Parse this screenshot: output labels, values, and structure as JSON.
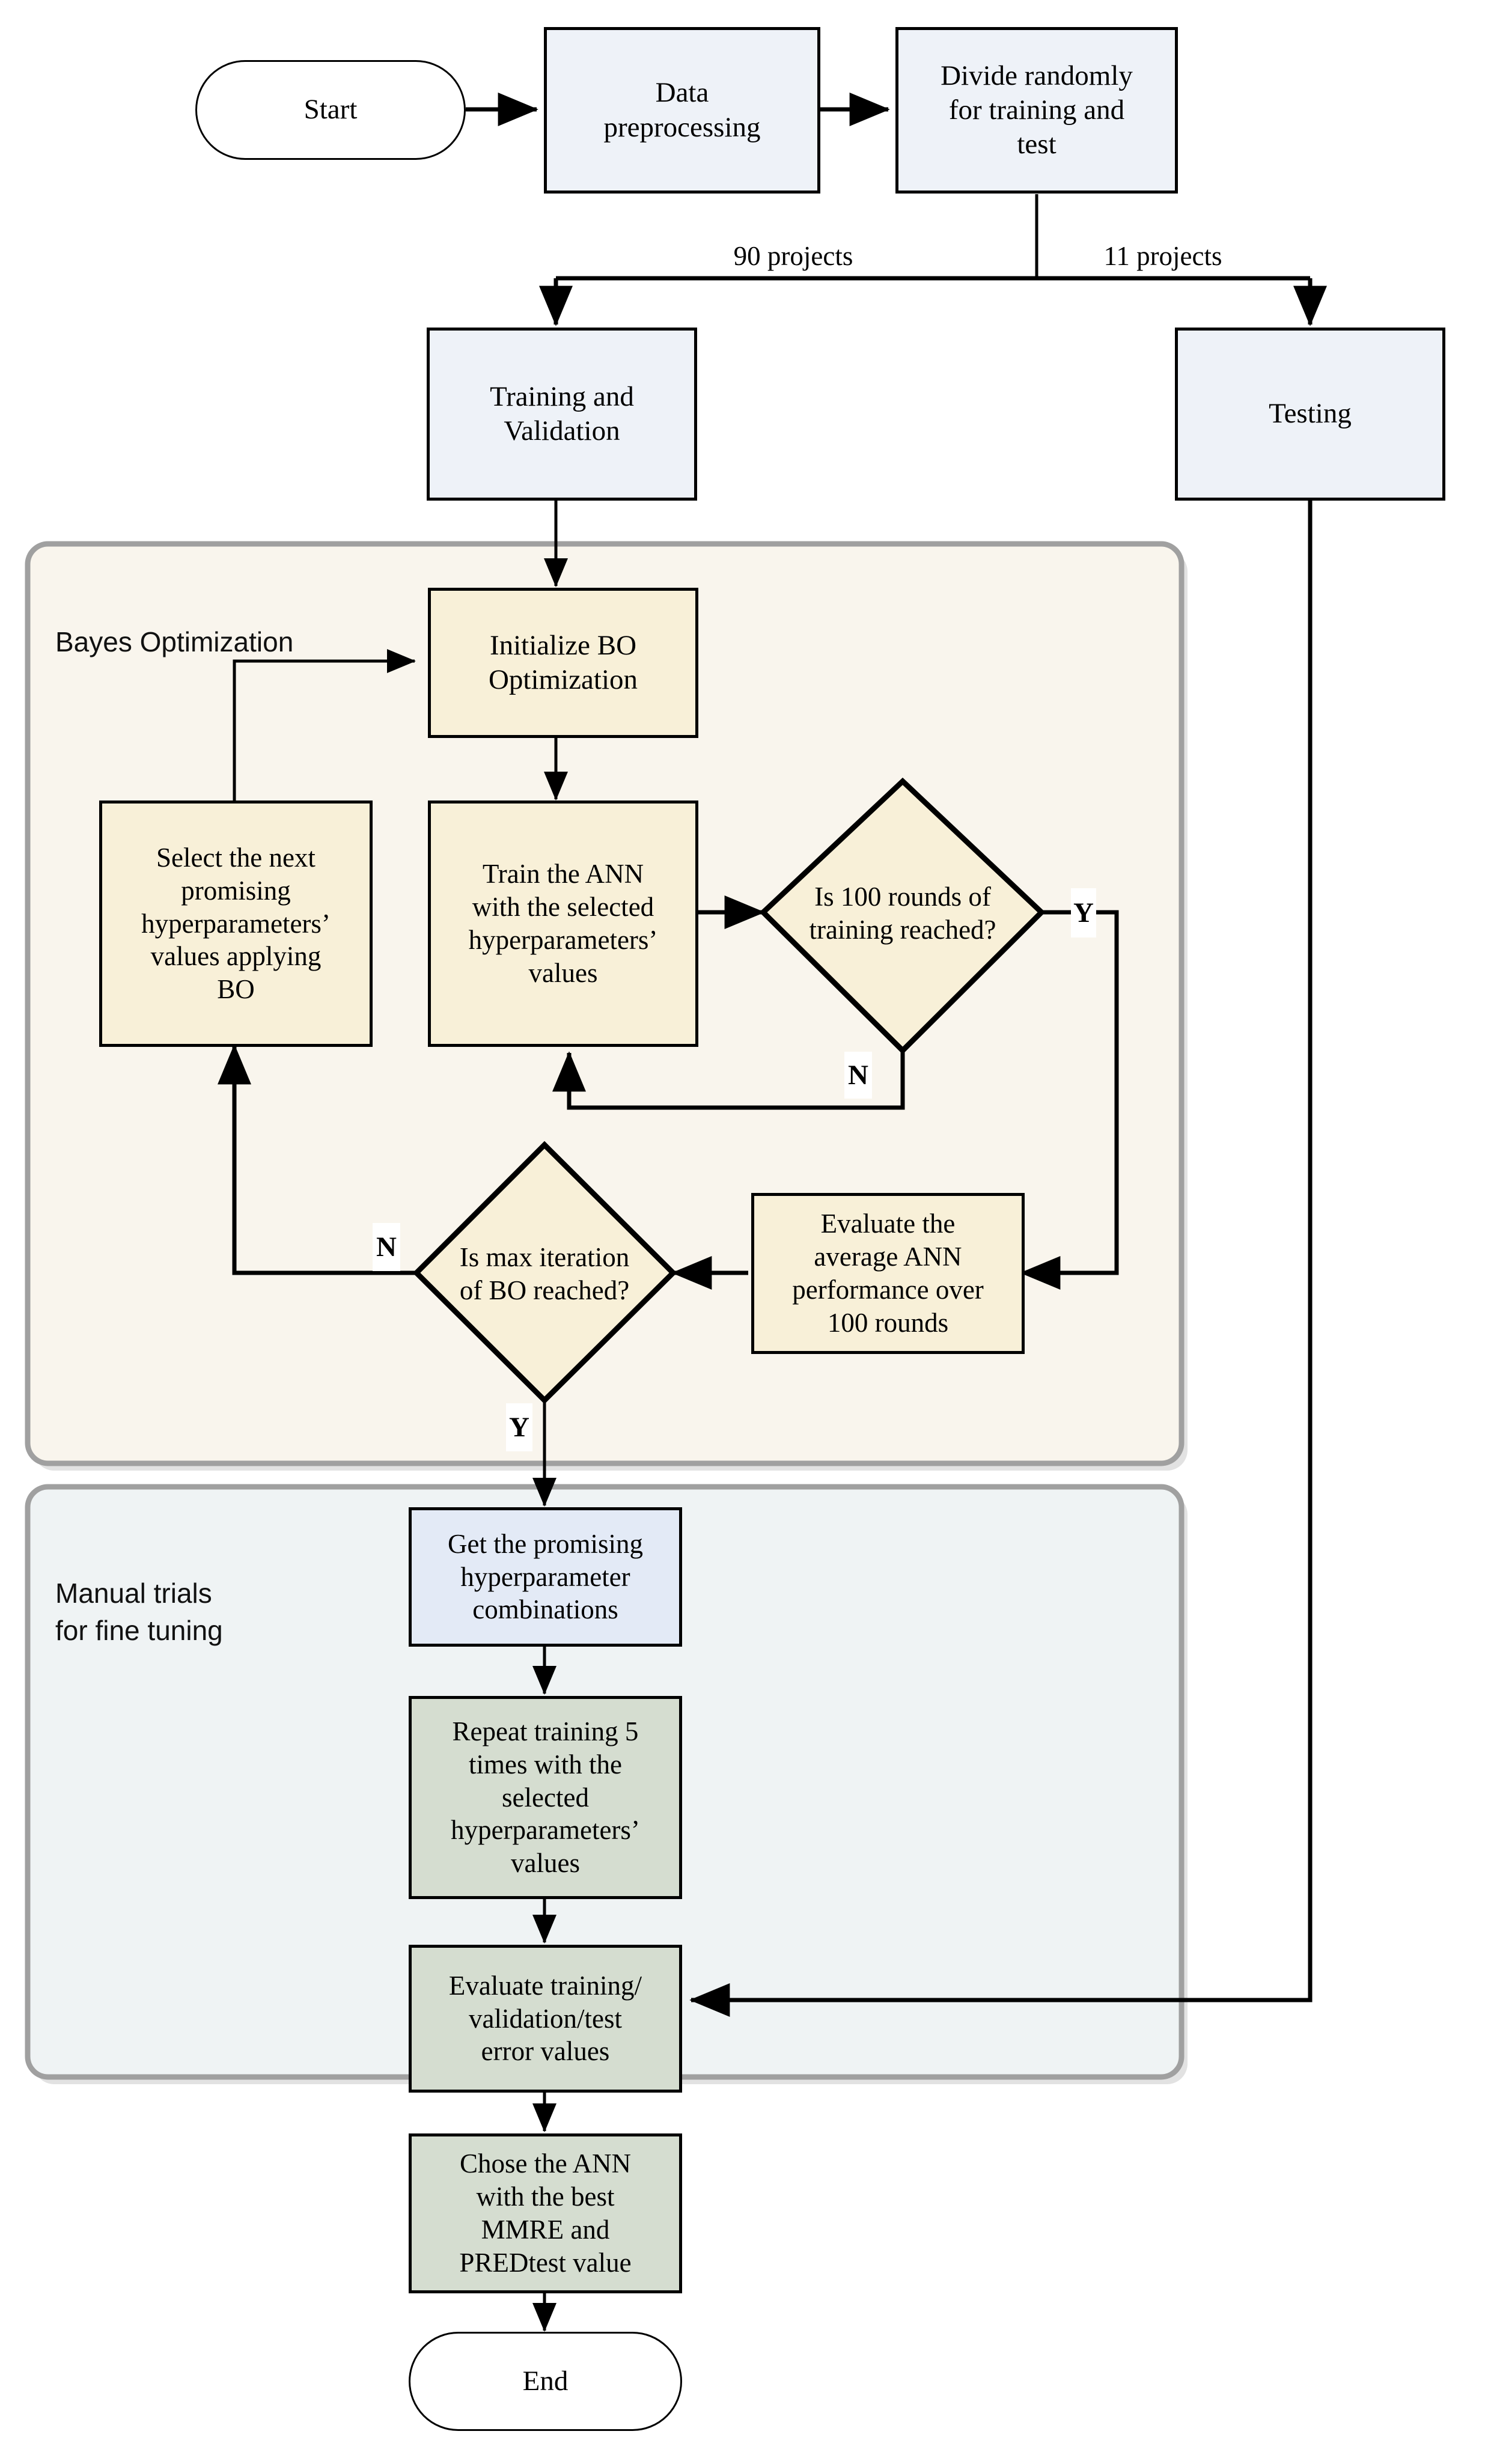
{
  "diagram": {
    "title": "ANN hyperparameter tuning flowchart",
    "colors": {
      "blue_fill": "#eef2f8",
      "beige_fill": "#f8f0d8",
      "green_fill": "#d5ddd0",
      "panel_bayes_fill": "#f9f5ed",
      "panel_manual_fill": "#eff3f4",
      "panel_border": "#a0a0a0",
      "stroke": "#000000",
      "page_bg": "#ffffff"
    }
  },
  "nodes": {
    "start": {
      "label": "Start",
      "shape": "stadium"
    },
    "data_preprocessing": {
      "label": "Data\npreprocessing",
      "shape": "rect",
      "fill": "blue"
    },
    "divide_randomly": {
      "label": "Divide randomly\nfor training and\ntest",
      "shape": "rect",
      "fill": "blue"
    },
    "training_validation": {
      "label": "Training and\nValidation",
      "shape": "rect",
      "fill": "blue"
    },
    "testing": {
      "label": "Testing",
      "shape": "rect",
      "fill": "blue"
    },
    "initialize_bo": {
      "label": "Initialize BO\nOptimization",
      "shape": "rect",
      "fill": "beige"
    },
    "select_next": {
      "label": "Select the next\npromising\nhyperparameters’\nvalues applying\nBO",
      "shape": "rect",
      "fill": "beige"
    },
    "train_ann": {
      "label": "Train the ANN\nwith the selected\nhyperparameters’\nvalues",
      "shape": "rect",
      "fill": "beige"
    },
    "rounds_decision": {
      "label": "Is 100 rounds of\ntraining reached?",
      "shape": "diamond",
      "fill": "beige"
    },
    "bo_decision": {
      "label": "Is max iteration\nof BO reached?",
      "shape": "diamond",
      "fill": "beige"
    },
    "evaluate_avg": {
      "label": "Evaluate the\naverage ANN\nperformance over\n100 rounds",
      "shape": "rect",
      "fill": "beige"
    },
    "get_promising": {
      "label": "Get the promising\nhyperparameter\ncombinations",
      "shape": "rect",
      "fill": "blue"
    },
    "repeat_training": {
      "label": "Repeat training 5\ntimes with the\nselected\nhyperparameters’\nvalues",
      "shape": "rect",
      "fill": "green"
    },
    "evaluate_errors": {
      "label": "Evaluate training/\nvalidation/test\nerror values",
      "shape": "rect",
      "fill": "green"
    },
    "chose_ann": {
      "label": "Chose the ANN\nwith the best\nMMRE and\nPREDtest value",
      "shape": "rect",
      "fill": "green"
    },
    "end": {
      "label": "End",
      "shape": "stadium"
    }
  },
  "panels": {
    "bayes": {
      "label": "Bayes Optimization"
    },
    "manual": {
      "label": "Manual trials\nfor fine tuning"
    }
  },
  "edge_labels": {
    "ninety_projects": "90 projects",
    "eleven_projects": "11 projects",
    "rounds_yes": "Y",
    "rounds_no": "N",
    "bo_no": "N",
    "bo_yes": "Y"
  },
  "chart_data": {
    "type": "diagram",
    "flow": [
      {
        "from": "start",
        "to": "data_preprocessing",
        "label": ""
      },
      {
        "from": "data_preprocessing",
        "to": "divide_randomly",
        "label": ""
      },
      {
        "from": "divide_randomly",
        "to": "training_validation",
        "label": "90 projects"
      },
      {
        "from": "divide_randomly",
        "to": "testing",
        "label": "11 projects"
      },
      {
        "from": "training_validation",
        "to": "initialize_bo",
        "label": ""
      },
      {
        "from": "initialize_bo",
        "to": "train_ann",
        "label": ""
      },
      {
        "from": "train_ann",
        "to": "rounds_decision",
        "label": ""
      },
      {
        "from": "rounds_decision",
        "to": "train_ann",
        "label": "N"
      },
      {
        "from": "rounds_decision",
        "to": "evaluate_avg",
        "label": "Y"
      },
      {
        "from": "evaluate_avg",
        "to": "bo_decision",
        "label": ""
      },
      {
        "from": "bo_decision",
        "to": "select_next",
        "label": "N"
      },
      {
        "from": "select_next",
        "to": "initialize_bo",
        "label": ""
      },
      {
        "from": "bo_decision",
        "to": "get_promising",
        "label": "Y"
      },
      {
        "from": "get_promising",
        "to": "repeat_training",
        "label": ""
      },
      {
        "from": "repeat_training",
        "to": "evaluate_errors",
        "label": ""
      },
      {
        "from": "testing",
        "to": "evaluate_errors",
        "label": ""
      },
      {
        "from": "evaluate_errors",
        "to": "chose_ann",
        "label": ""
      },
      {
        "from": "chose_ann",
        "to": "end",
        "label": ""
      }
    ]
  }
}
